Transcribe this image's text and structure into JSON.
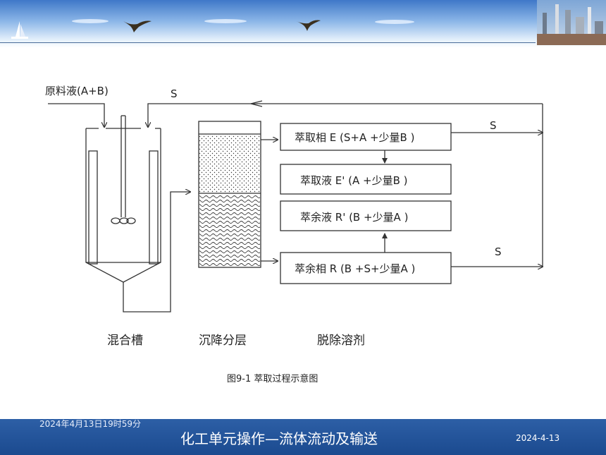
{
  "slide": {
    "footer_timestamp": "2024年4月13日19时59分",
    "footer_title": "化工单元操作—流体流动及输送",
    "footer_date": "2024-4-13"
  },
  "diagram": {
    "feed_label": "原料液(A+B)",
    "solvent_top_label": "S",
    "solvent_out_label_1": "S",
    "solvent_out_label_2": "S",
    "box_extract_phase": "萃取相 E (S+A +少量B )",
    "box_extract_liquid": "萃取液 E' (A +少量B )",
    "box_raffinate_liquid": "萃余液 R' (B +少量A )",
    "box_raffinate_phase": "萃余相 R (B +S+少量A )",
    "caption_mixer": "混合槽",
    "caption_settler": "沉降分层",
    "caption_solvent_removal": "脱除溶剂",
    "figure_caption": "图9-1   萃取过程示意图"
  }
}
